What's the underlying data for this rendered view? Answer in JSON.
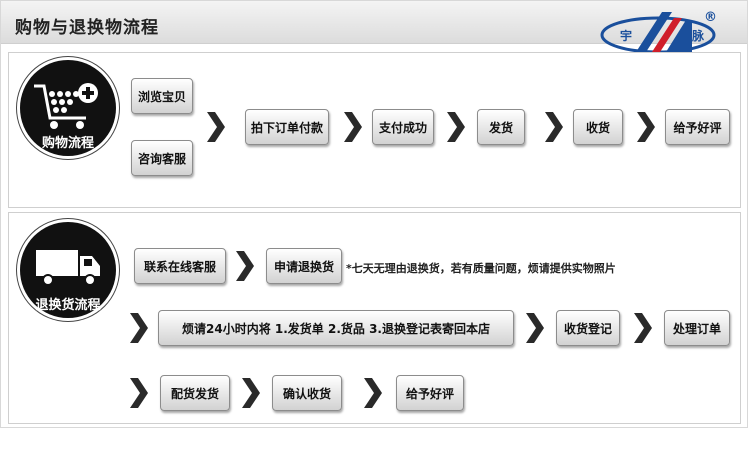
{
  "header": {
    "title": "购物与退换物流程",
    "logo": {
      "left_char": "宇",
      "right_char": "脉",
      "reg": "®",
      "color": "#1a4f9c",
      "accent": "#d01e2a"
    }
  },
  "shopping": {
    "label": "购物流程",
    "icon": "shopping-cart-icon",
    "browse": "浏览宝贝",
    "consult": "咨询客服",
    "steps": [
      "拍下订单付款",
      "支付成功",
      "发货",
      "收货",
      "给予好评"
    ]
  },
  "returns": {
    "label": "退换货流程",
    "icon": "delivery-truck-icon",
    "row1": [
      "联系在线客服",
      "申请退换货"
    ],
    "note": "*七天无理由退换货，若有质量问题，烦请提供实物照片",
    "row2": [
      "烦请24小时内将 1.发货单 2.货品 3.退换登记表寄回本店",
      "收货登记",
      "处理订单"
    ],
    "row3": [
      "配货发货",
      "确认收货",
      "给予好评"
    ]
  }
}
